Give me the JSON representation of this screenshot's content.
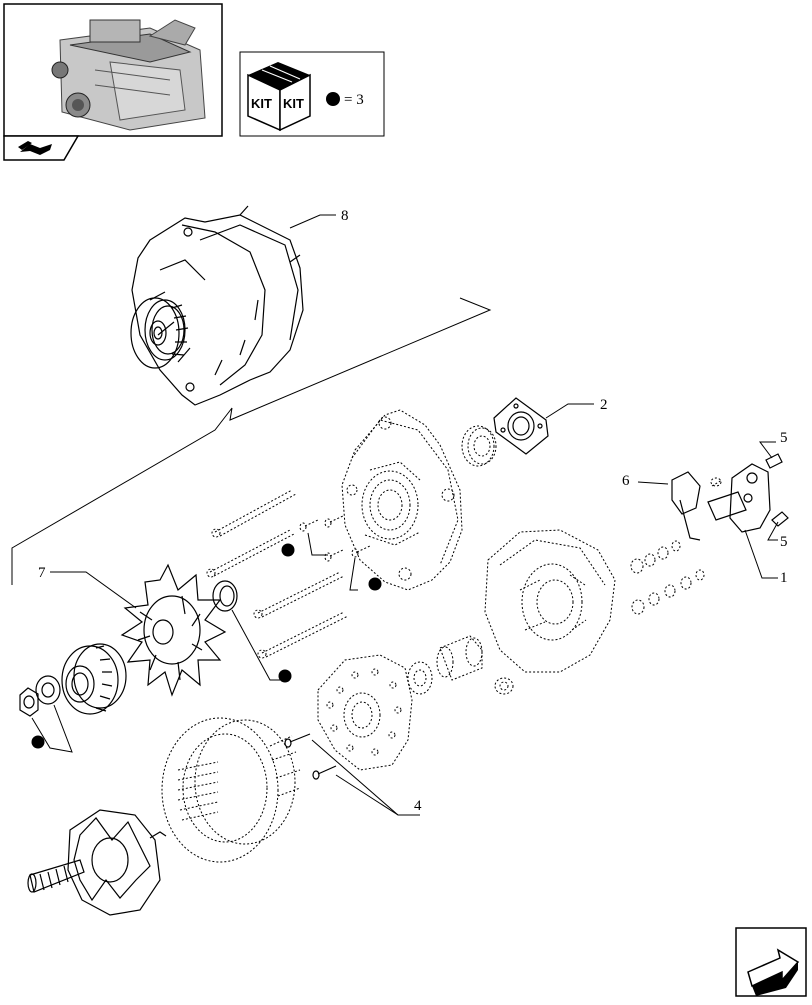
{
  "kit_legend": {
    "kit_label_left": "KIT",
    "kit_label_right": "KIT",
    "equals_text": "= 3",
    "bullet_icon": "filled-circle"
  },
  "callouts": [
    {
      "id": "8",
      "text": "8"
    },
    {
      "id": "2",
      "text": "2"
    },
    {
      "id": "5a",
      "text": "5"
    },
    {
      "id": "6",
      "text": "6"
    },
    {
      "id": "5b",
      "text": "5"
    },
    {
      "id": "1",
      "text": "1"
    },
    {
      "id": "7",
      "text": "7"
    },
    {
      "id": "4",
      "text": "4"
    }
  ],
  "icons": {
    "nav_prev": "section-back-icon",
    "nav_next": "next-page-arrow-icon"
  }
}
